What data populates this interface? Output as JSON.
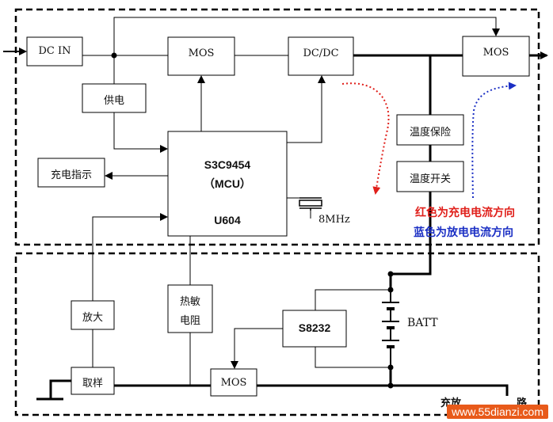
{
  "blocks": {
    "dc_in": "DC IN",
    "mos_top": "MOS",
    "dcdc": "DC/DC",
    "mos_out": "MOS",
    "power_supply": "供电",
    "charge_indicator": "充电指示",
    "mcu_line1": "S3C9454",
    "mcu_line2": "（MCU）",
    "mcu_line3": "U604",
    "temp_protect": "温度保险",
    "temp_switch": "温度开关",
    "crystal": "8MHz",
    "amplifier": "放大",
    "thermistor_line1": "热敏",
    "thermistor_line2": "电阻",
    "sampling": "取样",
    "mos_bottom": "MOS",
    "s8232": "S8232",
    "battery": "BATT",
    "bottom_region_label": "充放",
    "bottom_region_label_tail": "路"
  },
  "legend": {
    "charge": "红色为充电电流方向",
    "discharge": "蓝色为放电电流方向",
    "charge_color": "#e0201b",
    "discharge_color": "#1b2fc4"
  },
  "watermark": "www.55dianzi.com"
}
